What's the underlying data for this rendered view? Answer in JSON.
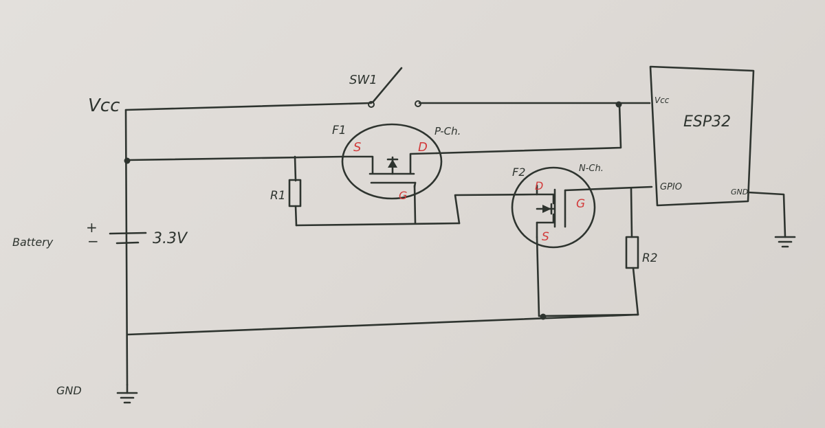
{
  "labels": {
    "vcc": "Vcc",
    "switch": "SW1",
    "f1": "F1",
    "p_channel": "P-Ch.",
    "f1_source": "S",
    "f1_drain": "D",
    "f1_gate": "G",
    "r1": "R1",
    "f2": "F2",
    "n_channel": "N-Ch.",
    "f2_drain": "D",
    "f2_gate": "G",
    "f2_source": "S",
    "r2": "R2",
    "battery": "Battery",
    "battery_plus": "+",
    "battery_minus": "−",
    "voltage": "3.3V",
    "gnd_left": "GND",
    "esp_title": "ESP32",
    "esp_vcc": "Vcc",
    "esp_gpio": "GPIO",
    "esp_gnd": "GND"
  },
  "colors": {
    "ink": "#2e342f",
    "pin_label": "#d23a3a",
    "paper": "#dedad6"
  }
}
